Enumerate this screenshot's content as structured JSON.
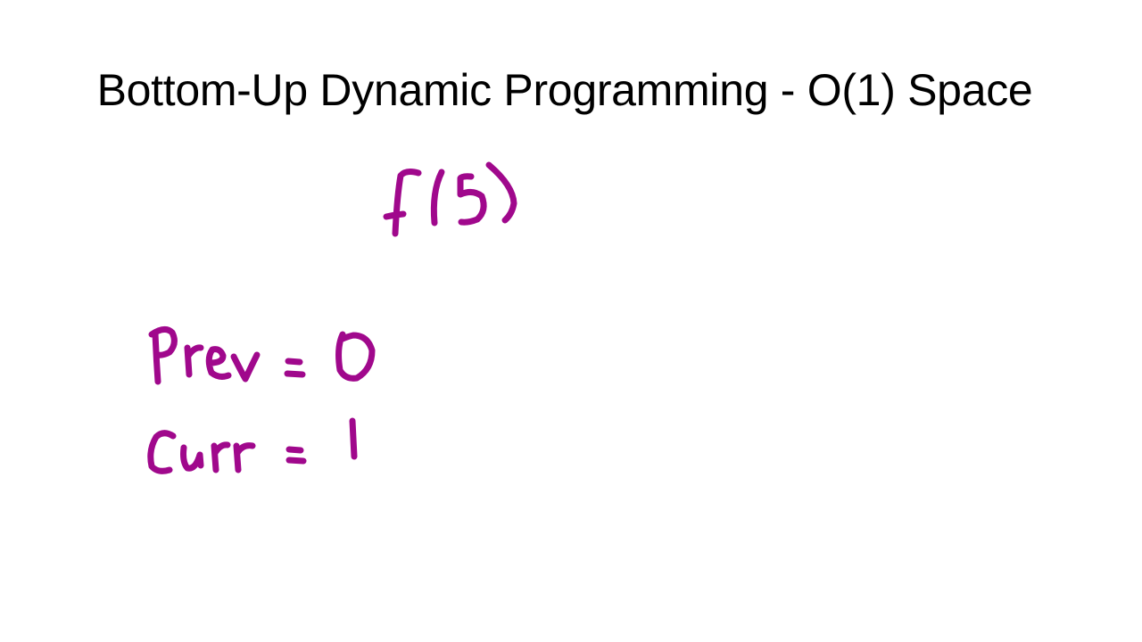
{
  "slide": {
    "title": "Bottom-Up Dynamic Programming - O(1) Space",
    "ink_color": "#A0088C",
    "annotations": {
      "call": "f(5)",
      "prev": "Prev = 0",
      "curr": "Curr = 1"
    }
  }
}
